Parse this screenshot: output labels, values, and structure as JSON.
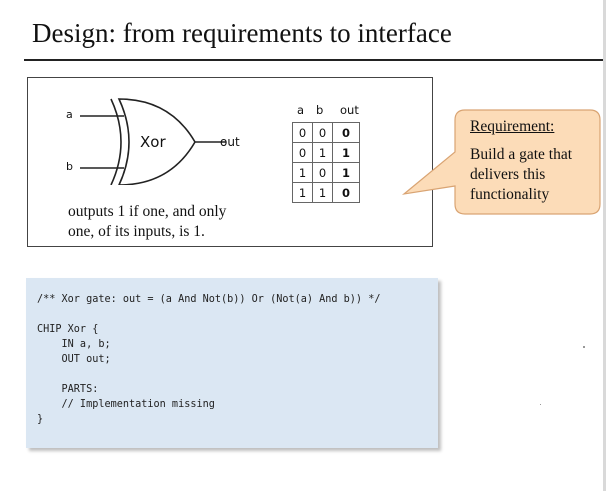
{
  "slide": {
    "title": "Design: from requirements to interface"
  },
  "gate": {
    "name": "Xor",
    "input_a": "a",
    "input_b": "b",
    "output": "out",
    "caption_line1": "outputs 1 if one, and only",
    "caption_line2": "one, of its inputs, is 1."
  },
  "truth_table": {
    "headers": [
      "a",
      "b",
      "out"
    ],
    "rows": [
      [
        "0",
        "0",
        "0"
      ],
      [
        "0",
        "1",
        "1"
      ],
      [
        "1",
        "0",
        "1"
      ],
      [
        "1",
        "1",
        "0"
      ]
    ]
  },
  "callout": {
    "title": "Requirement:",
    "line1": "Build a gate that",
    "line2": "delivers this",
    "line3": "functionality",
    "fill_color": "#fcdcb8"
  },
  "code": {
    "background": "#dbe7f3",
    "lines": [
      "/** Xor gate: out = (a And Not(b)) Or (Not(a) And b)) */",
      "",
      "CHIP Xor {",
      "    IN a, b;",
      "    OUT out;",
      "",
      "    PARTS:",
      "    // Implementation missing",
      "}"
    ]
  }
}
